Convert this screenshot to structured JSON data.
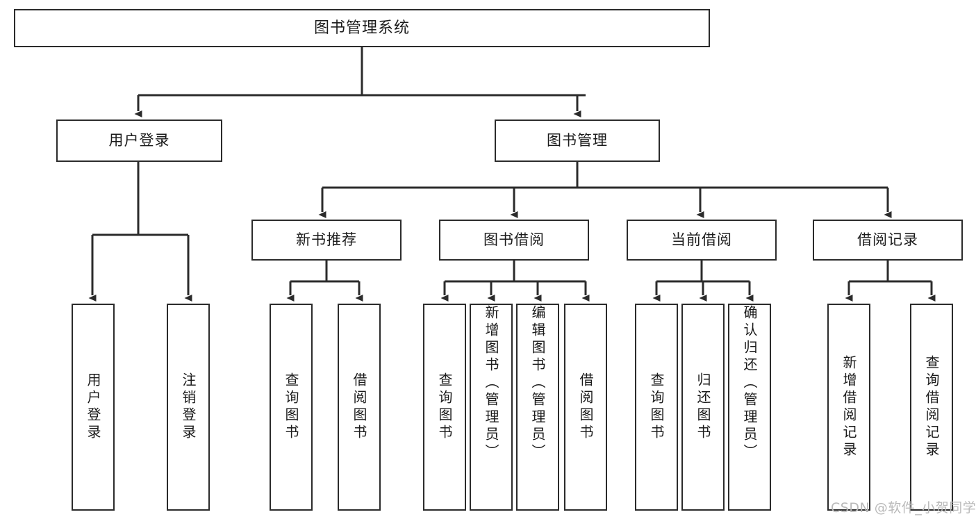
{
  "diagram": {
    "title": "图书管理系统",
    "type": "tree-hierarchy",
    "root": {
      "label": "图书管理系统"
    },
    "level1": [
      {
        "label": "用户登录"
      },
      {
        "label": "图书管理"
      }
    ],
    "level2": [
      {
        "label": "新书推荐"
      },
      {
        "label": "图书借阅"
      },
      {
        "label": "当前借阅"
      },
      {
        "label": "借阅记录"
      }
    ],
    "leaves": {
      "user_login": [
        {
          "label": "用户登录"
        },
        {
          "label": "注销登录"
        }
      ],
      "new_book_recommend": [
        {
          "label": "查询图书"
        },
        {
          "label": "借阅图书"
        }
      ],
      "book_borrow": [
        {
          "label": "查询图书"
        },
        {
          "label": "新增图书（管理员）"
        },
        {
          "label": "编辑图书（管理员）"
        },
        {
          "label": "借阅图书"
        }
      ],
      "current_borrow": [
        {
          "label": "查询图书"
        },
        {
          "label": "归还图书"
        },
        {
          "label": "确认归还（管理员）"
        }
      ],
      "borrow_record": [
        {
          "label": "新增借阅记录"
        },
        {
          "label": "查询借阅记录"
        }
      ]
    }
  },
  "watermark": {
    "text": "CSDN @软件_小贺同学"
  },
  "colors": {
    "stroke": "#2b2b2b",
    "fill": "#ffffff",
    "text": "#1b1b1b",
    "watermark": "#b9b9b9"
  }
}
